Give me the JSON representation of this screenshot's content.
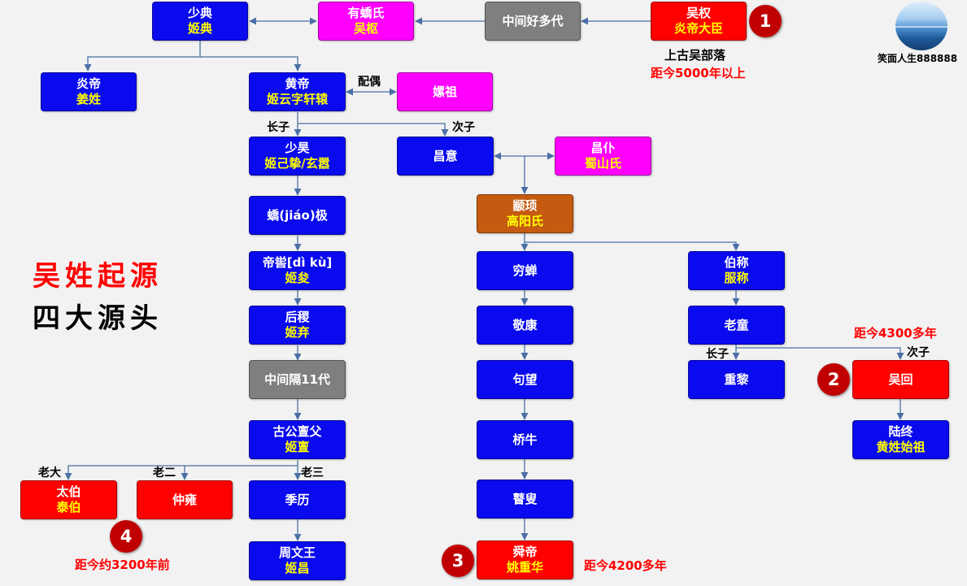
{
  "nodes": {
    "shaodian": {
      "name": "少典",
      "sub": "姬典"
    },
    "youjiao": {
      "name": "有蟜氏",
      "sub": "吴枢"
    },
    "middle_many": {
      "name": "中间好多代"
    },
    "wuquan": {
      "name": "吴权",
      "sub": "炎帝大臣"
    },
    "yandi": {
      "name": "炎帝",
      "sub": "姜姓"
    },
    "huangdi": {
      "name": "黄帝",
      "sub": "姬云字轩辕"
    },
    "leizu": {
      "name": "嫘祖"
    },
    "shaohao": {
      "name": "少昊",
      "sub": "姬己挚/玄嚣"
    },
    "changyi": {
      "name": "昌意"
    },
    "changpu": {
      "name": "昌仆",
      "sub": "蜀山氏"
    },
    "zhuanxu": {
      "name": "颛顼",
      "sub": "高阳氏"
    },
    "jiaoji": {
      "name": "蟜(jiáo)极"
    },
    "diku": {
      "name": "帝喾[dì kù]",
      "sub": "姬夋"
    },
    "houji": {
      "name": "后稷",
      "sub": "姬弃"
    },
    "middle11": {
      "name": "中间隔11代"
    },
    "gugong": {
      "name": "古公亶父",
      "sub": "姬亶"
    },
    "taibo": {
      "name": "太伯",
      "sub": "泰伯"
    },
    "zhongyong": {
      "name": "仲雍"
    },
    "jili": {
      "name": "季历"
    },
    "zhouwenwang": {
      "name": "周文王",
      "sub": "姬昌"
    },
    "qiongchan": {
      "name": "穷蝉"
    },
    "jingkang": {
      "name": "敬康"
    },
    "juwang": {
      "name": "句望"
    },
    "qiaoniu": {
      "name": "桥牛"
    },
    "gusou": {
      "name": "瞽叟"
    },
    "shundi": {
      "name": "舜帝",
      "sub": "姚重华"
    },
    "bocheng": {
      "name": "伯称",
      "sub": "服称"
    },
    "laotong": {
      "name": "老童"
    },
    "chongli": {
      "name": "重黎"
    },
    "wuhui": {
      "name": "吴回"
    },
    "luzhong": {
      "name": "陆终",
      "sub": "黄姓始祖"
    }
  },
  "labels": {
    "spouse": "配偶",
    "eldest_son_1": "长子",
    "second_son_1": "次子",
    "eldest_son_2": "长子",
    "second_son_2": "次子",
    "lao_da": "老大",
    "lao_er": "老二",
    "lao_san": "老三"
  },
  "annotations": {
    "tribe": "上古吴部落",
    "age_5000": "距今5000年以上",
    "age_4300": "距今4300多年",
    "age_4200": "距今4200多年",
    "age_3200": "距今约3200年前"
  },
  "badges": [
    "1",
    "2",
    "3",
    "4"
  ],
  "title": {
    "line1": "吴姓起源",
    "line2": "四大源头"
  },
  "author": {
    "name": "笑面人生888888",
    "avatar_icon": "ocean-avatar"
  },
  "colors": {
    "blue": "#0a0aee",
    "magenta": "#ff00ff",
    "gray": "#7f7f7f",
    "red": "#ff0000",
    "brown": "#c55a11",
    "sub_text": "#ffff00",
    "badge": "#c00000"
  }
}
